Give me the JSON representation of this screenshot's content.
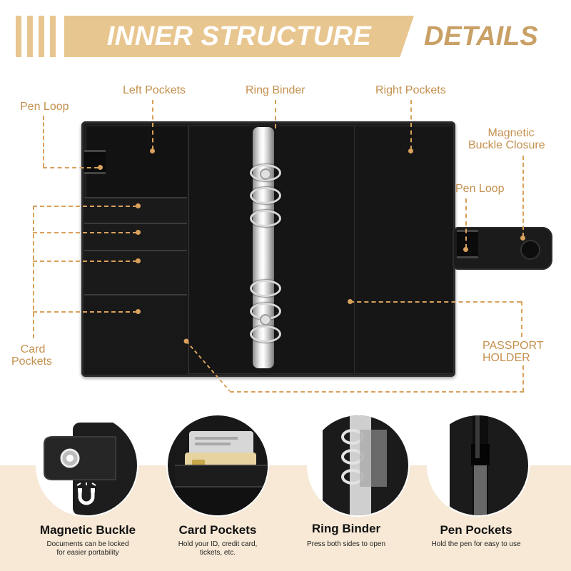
{
  "header": {
    "banner_title": "INNER STRUCTURE",
    "side_title": "DETAILS"
  },
  "labels": {
    "pen_loop_left": "Pen Loop",
    "left_pockets": "Left Pockets",
    "ring_binder": "Ring Binder",
    "right_pockets": "Right Pockets",
    "magnetic_closure_line1": "Magnetic",
    "magnetic_closure_line2": "Buckle Closure",
    "pen_loop_right": "Pen Loop",
    "card_pockets_line1": "Card",
    "card_pockets_line2": "Pockets",
    "passport_line1": "PASSPORT",
    "passport_line2": "HOLDER"
  },
  "features": [
    {
      "title": "Magnetic Buckle",
      "desc_line1": "Documents can be locked",
      "desc_line2": "for easier portability"
    },
    {
      "title": "Card Pockets",
      "desc_line1": "Hold your ID, credit card,",
      "desc_line2": "tickets, etc."
    },
    {
      "title": "Ring Binder",
      "desc_line1": "Press both sides to open",
      "desc_line2": ""
    },
    {
      "title": "Pen Pockets",
      "desc_line1": "Hold the pen for easy  to use",
      "desc_line2": ""
    }
  ],
  "colors": {
    "accent_gold": "#e8c690",
    "label_gold": "#c4904e",
    "leader_line": "#d9a15c",
    "binder_black": "#1b1b1b",
    "bottom_band": "#f7e9d6"
  },
  "icons": {
    "magnet": "magnet-icon"
  }
}
